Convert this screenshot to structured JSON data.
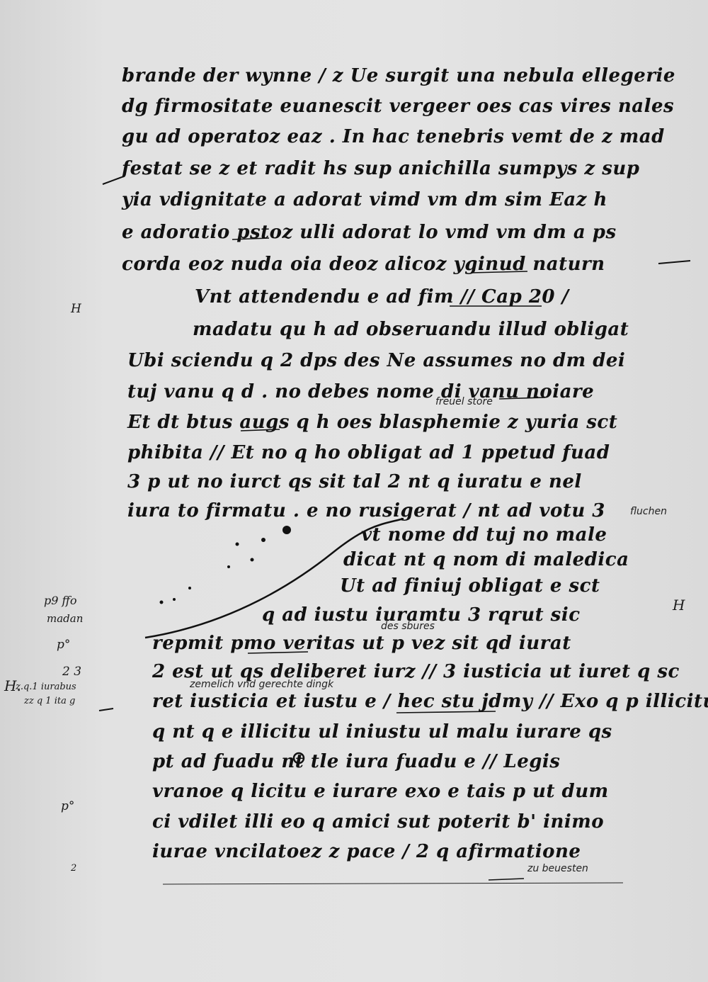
{
  "manuscript": {
    "lines": [
      "brande der wynne / z Ue surgit una nebula ellegerie",
      "dg firmositate euanescit vergeer oes cas vires nales",
      "gu ad operatoz eaz . In hac tenebris vemt de z mad",
      "festat se z et radit hs sup anichilla sumpys z sup",
      "yia vdignitate a adorat vimd vm dm sim Eaz h",
      "e adoratio pstoz ulli adorat lo vmd vm dm a ps",
      "corda eoz nuda oia deoz alicoz yginud naturn",
      "Vnt attendendu e ad fim // Cap 20 /",
      "madatu qu h ad obseruandu illud obligat",
      "Ubi sciendu q 2 dps des Ne assumes no dm dei",
      "tuj vanu q d . no debes nome di vanu noiare",
      "Et dt btus augs q h oes blasphemie z yuria sct",
      "phibita // Et no q ho obligat ad 1 ppetud fuad",
      "3 p ut no iurct qs sit tal 2 nt q iuratu e nel",
      "iura to firmatu . e no rusigerat / nt ad votu 3",
      "vt nome dd tuj no male",
      "dicat nt q nom di maledica",
      "Ut ad finiuj obligat e sct",
      "q ad iustu iuramtu 3 rqrut sic",
      "repmit pmo veritas ut p vez sit qd iurat",
      "2 est ut qs deliberet iurz // 3 iusticia ut iuret q sc",
      "ret iusticia et iustu e / hec stu jdmy // Exo q p illicitu",
      "q nt q e illicitu ul iniustu ul malu iurare qs",
      "pt ad fuadu nt tle iura fuadu e // Legis",
      "vranoe q licitu e iurare exo e tais p ut dum",
      "ci vdilet illi eo q amici sut poterit b' inimo",
      "iurae vncilatoez z pace / 2 q afirmatione"
    ],
    "glosses": [
      "freuel store",
      "fluchen",
      "des sbures",
      "zemelich vnd gerechte dingk",
      "zu beuesten"
    ],
    "margin": [
      "H",
      "p9 ffo",
      "madan",
      "p°",
      "2 3",
      "H.",
      "z.q.1 iurabus",
      "zz q 1 ita g",
      "H",
      "p°",
      "2"
    ]
  }
}
